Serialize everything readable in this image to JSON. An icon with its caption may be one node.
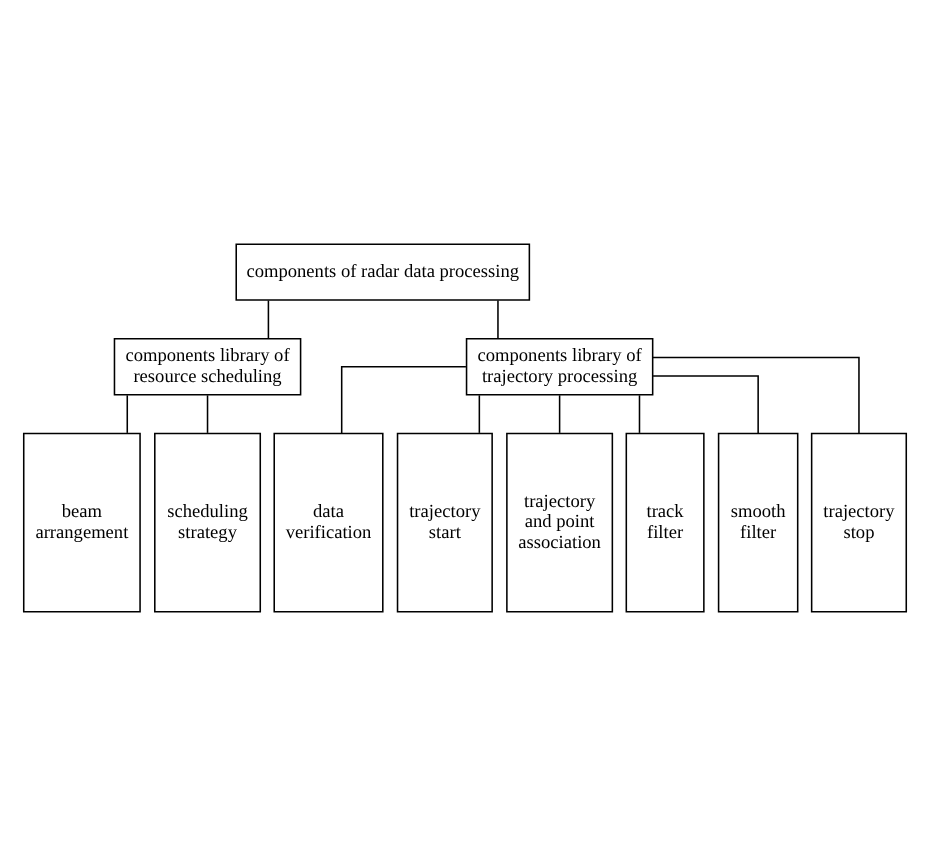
{
  "diagram": {
    "nodes": [
      {
        "text": [
          "components of radar data processing"
        ]
      },
      {
        "text": [
          "components library of resource scheduling"
        ]
      },
      {
        "text": [
          "components library of trajectory processing"
        ]
      },
      {
        "text": [
          "beam arrangement"
        ]
      },
      {
        "text": [
          "scheduling strategy"
        ]
      },
      {
        "text": [
          "data verification"
        ]
      },
      {
        "text": [
          "trajectory start"
        ]
      },
      {
        "text": [
          "trajectory and point association"
        ]
      },
      {
        "text": [
          "track filter"
        ]
      },
      {
        "text": [
          "smooth filter"
        ]
      },
      {
        "text": [
          "trajectory stop"
        ]
      }
    ],
    "edges": [
      {
        "from": 0,
        "to": 1,
        "arrow": "none"
      },
      {
        "from": 0,
        "to": 2,
        "arrow": "none"
      },
      {
        "from": 1,
        "to": 3,
        "arrow": "none"
      },
      {
        "from": 1,
        "to": 4,
        "arrow": "none"
      },
      {
        "from": 2,
        "to": 5,
        "arrow": "none"
      },
      {
        "from": 2,
        "to": 6,
        "arrow": "none"
      },
      {
        "from": 2,
        "to": 7,
        "arrow": "none"
      },
      {
        "from": 2,
        "to": 8,
        "arrow": "none"
      },
      {
        "from": 2,
        "to": 9,
        "arrow": "none"
      },
      {
        "from": 2,
        "to": 10,
        "arrow": "none"
      }
    ]
  }
}
